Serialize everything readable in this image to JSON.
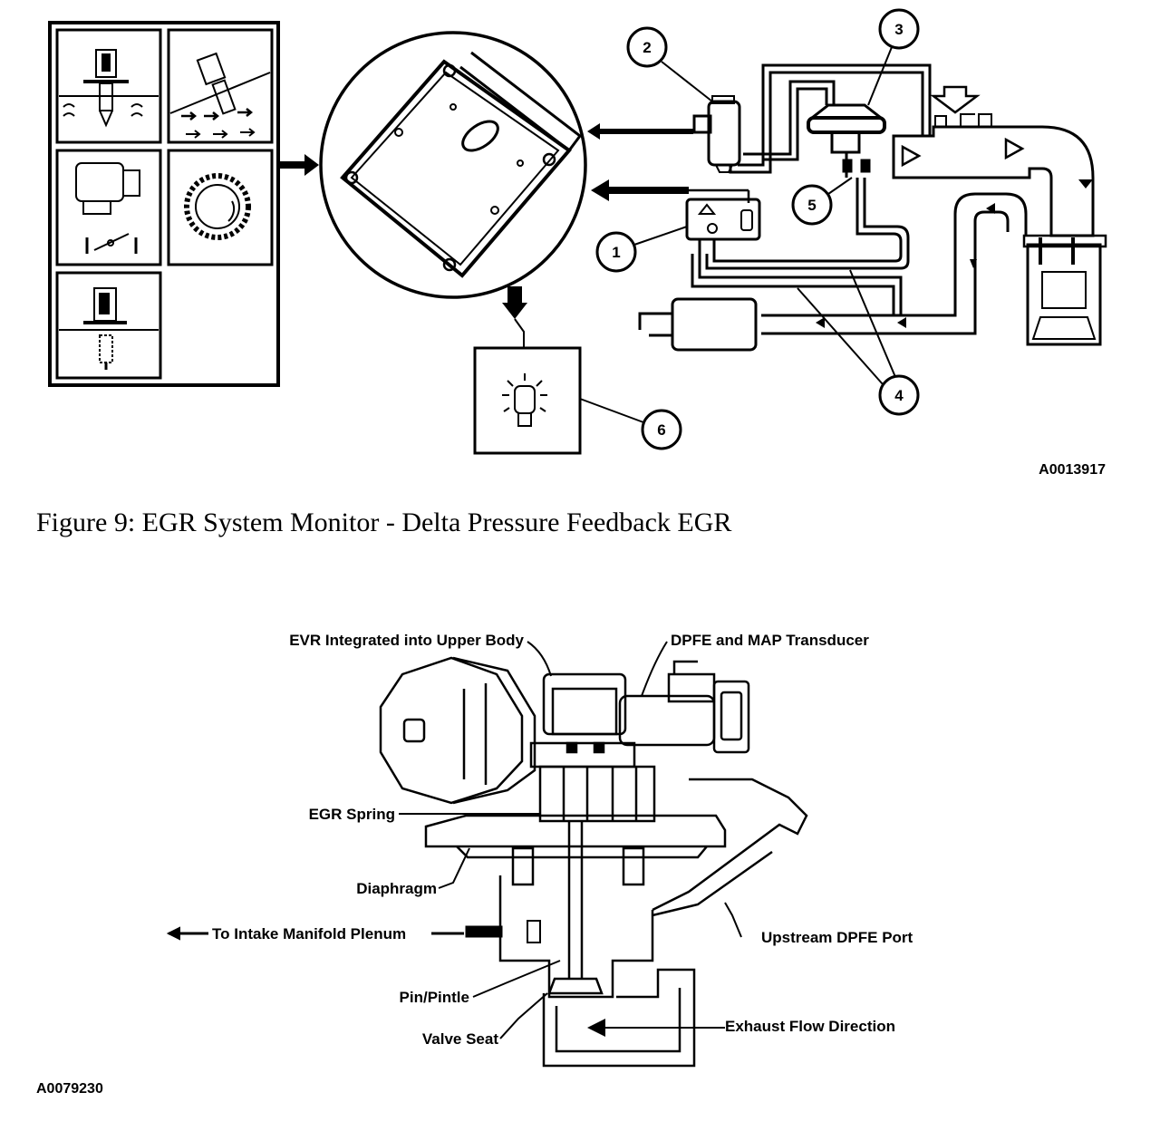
{
  "figure1": {
    "callouts": [
      "1",
      "2",
      "3",
      "4",
      "5",
      "6"
    ],
    "ref_code": "A0013917"
  },
  "caption": "Figure 9: EGR System Monitor - Delta Pressure Feedback EGR",
  "figure2": {
    "labels": {
      "evr": "EVR Integrated into Upper Body",
      "dpfe": "DPFE and MAP Transducer",
      "spring": "EGR Spring",
      "diaphragm": "Diaphragm",
      "intake": "To Intake Manifold Plenum",
      "upstream": "Upstream DPFE Port",
      "pintle": "Pin/Pintle",
      "seat": "Valve Seat",
      "exhaust": "Exhaust Flow Direction"
    },
    "ref_code": "A0079230"
  }
}
